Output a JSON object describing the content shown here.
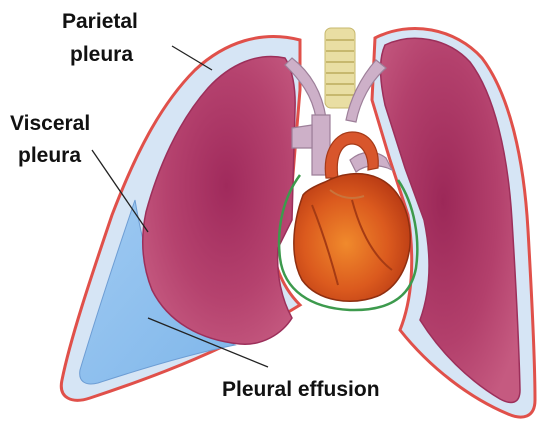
{
  "labels": {
    "parietal_line1": "Parietal",
    "parietal_line2": "pleura",
    "visceral_line1": "Visceral",
    "visceral_line2": "pleura",
    "effusion": "Pleural effusion"
  },
  "colors": {
    "parietal_outline": "#e0504a",
    "pleural_space": "#cfe0f3",
    "effusion_fluid": "#8cc0ef",
    "lung_tissue": "#b23a68",
    "heart": "#d9501e",
    "vessels": "#c9aac4",
    "trachea": "#e4d79a",
    "pericardium": "#3d9a4d"
  }
}
